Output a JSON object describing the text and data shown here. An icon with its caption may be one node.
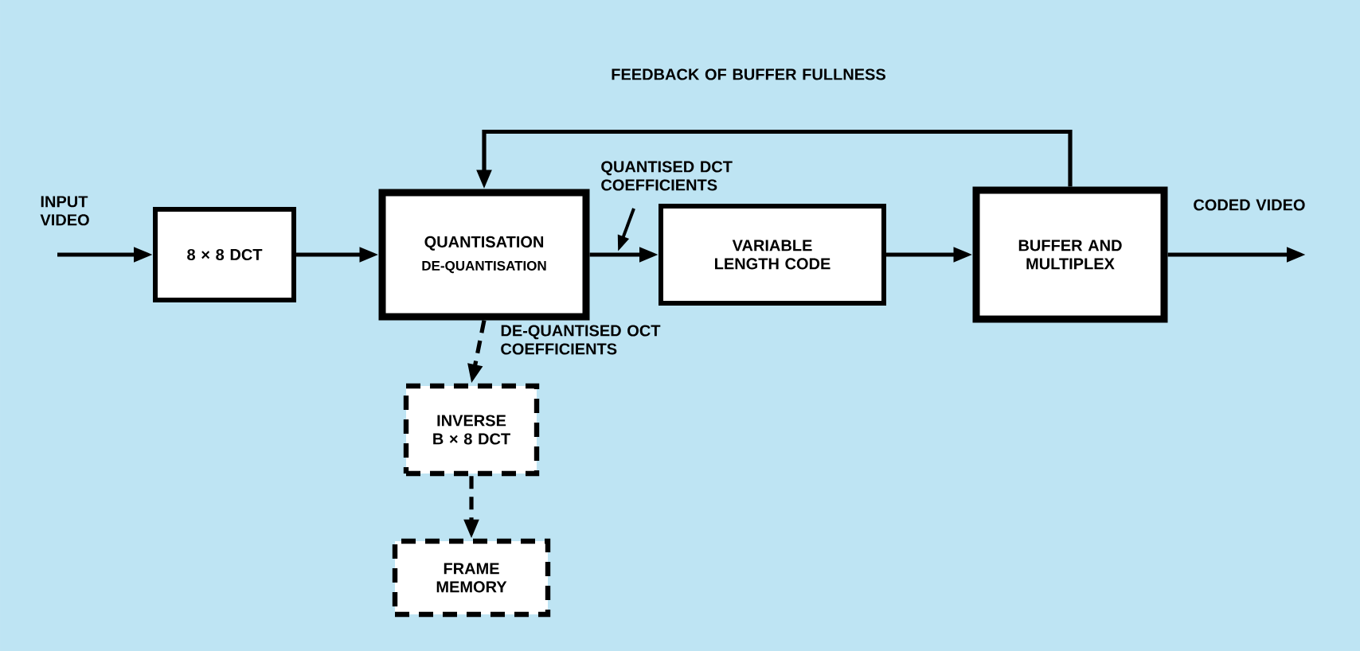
{
  "diagram": {
    "nodes": [
      {
        "text": [
          "8 × 8 DCT"
        ]
      },
      {
        "text": [
          "QUANTISATION",
          "DE-QUANTISATION"
        ]
      },
      {
        "text": [
          "VARIABLE LENGTH CODE"
        ]
      },
      {
        "text": [
          "BUFFER AND MULTIPLEX"
        ]
      },
      {
        "text": [
          "INVERSE B × 8 DCT"
        ]
      },
      {
        "text": [
          "FRAME MEMORY"
        ]
      }
    ],
    "edges": [
      {
        "from": null,
        "to": 0,
        "arrow": "to",
        "label": "INPUT VIDEO"
      },
      {
        "from": 0,
        "to": 1,
        "arrow": "to"
      },
      {
        "from": 1,
        "to": 2,
        "arrow": "to",
        "label": "QUANTISED DCT COEFFICIENTS"
      },
      {
        "from": 2,
        "to": 3,
        "arrow": "to"
      },
      {
        "from": 3,
        "to": null,
        "arrow": "to",
        "label": "CODED VIDEO"
      },
      {
        "from": 3,
        "to": 1,
        "arrow": "to",
        "label": "FEEDBACK OF BUFFER FULLNESS"
      },
      {
        "from": 1,
        "to": 4,
        "arrow": "to",
        "style": "dashed",
        "label": "DE-QUANTISED OCT COEFFICIENTS"
      },
      {
        "from": 4,
        "to": 5,
        "arrow": "to",
        "style": "dashed"
      }
    ]
  }
}
